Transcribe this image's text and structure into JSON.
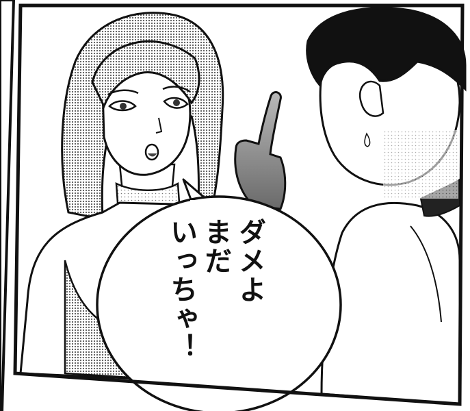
{
  "panel": {
    "speech_bubble": {
      "lines": [
        "ダメよ",
        "まだ",
        "いっちゃ！"
      ]
    }
  },
  "colors": {
    "ink": "#111111",
    "paper": "#ffffff",
    "screentone": "#8a8a8a"
  }
}
